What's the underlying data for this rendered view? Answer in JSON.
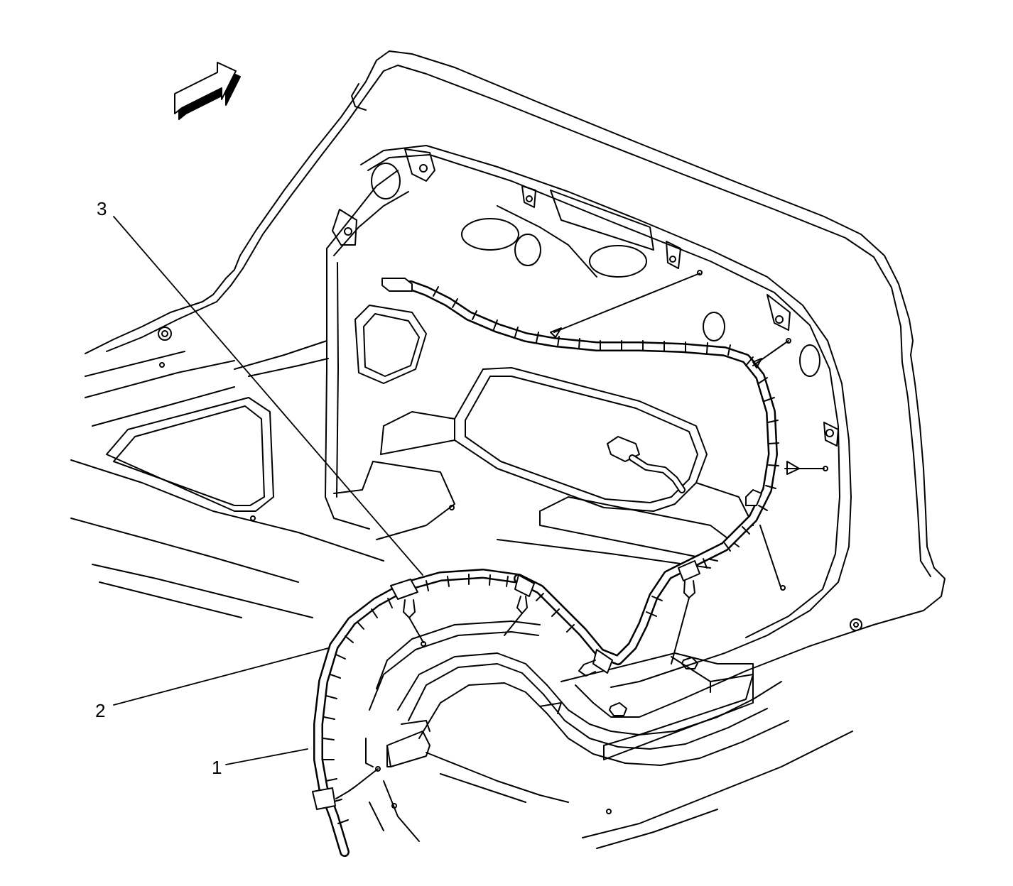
{
  "diagram": {
    "callouts": [
      {
        "id": "callout-3",
        "label": "3"
      },
      {
        "id": "callout-2",
        "label": "2"
      },
      {
        "id": "callout-1",
        "label": "1"
      }
    ],
    "colors": {
      "line": "#000000",
      "background": "#ffffff",
      "arrow_fill": "#ffffff",
      "arrow_shadow": "#000000"
    },
    "icons": [
      "direction-arrow-icon"
    ]
  }
}
